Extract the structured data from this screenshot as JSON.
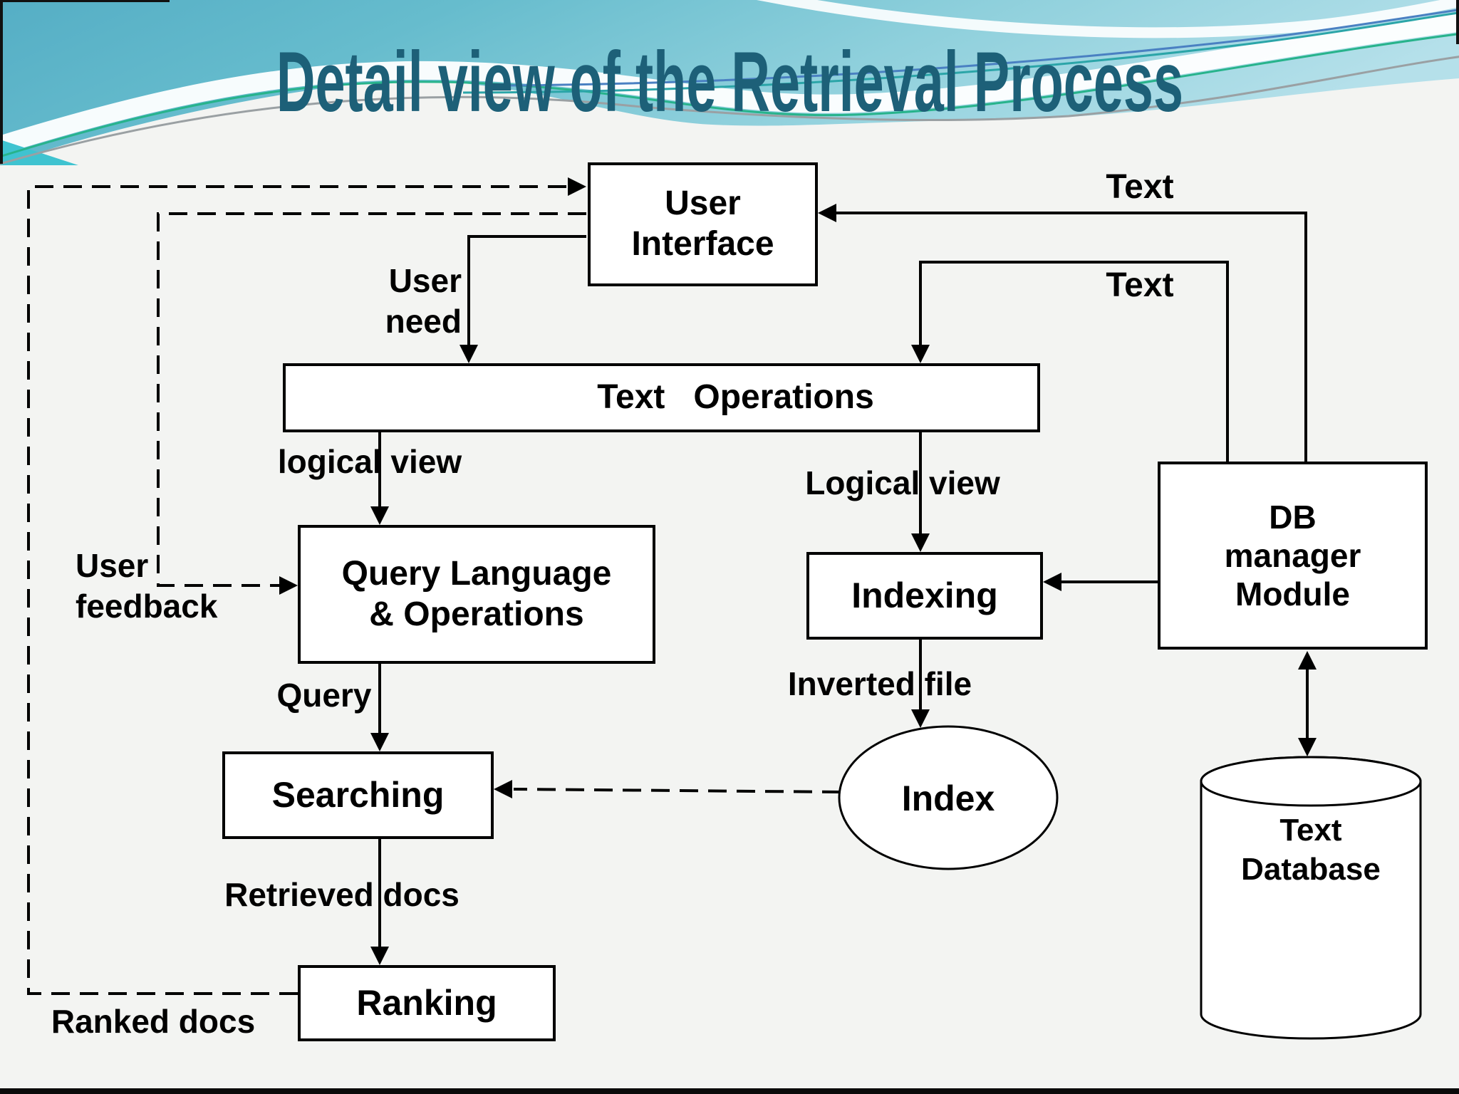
{
  "slide": {
    "title": "Detail view of the Retrieval Process",
    "colors": {
      "title_text": "#1d6078",
      "background": "#f3f4f2",
      "banner_teal_left": "#55aec5",
      "banner_teal_right": "#b5e0ea",
      "banner_band": "#8fd0dc",
      "hairline_green": "#27b38b",
      "hairline_blue": "#4a80c2",
      "hairline_gray": "#9aa0a3",
      "hairline_teal": "#2ba5a8",
      "diagram_line": "#000000",
      "node_fill": "#ffffff"
    }
  },
  "nodes": {
    "user_interface": {
      "label": "User\nInterface"
    },
    "text_operations": {
      "label": "Text   Operations"
    },
    "query_language": {
      "label": "Query Language\n& Operations"
    },
    "indexing": {
      "label": "Indexing"
    },
    "db_manager": {
      "label": "DB\nmanager\nModule"
    },
    "searching": {
      "label": "Searching"
    },
    "ranking": {
      "label": "Ranking"
    },
    "index": {
      "label": "Index"
    },
    "text_database": {
      "label": "Text\nDatabase"
    }
  },
  "edge_labels": {
    "text_to_ui": "Text",
    "text_to_operations": "Text",
    "user_need": "User\nneed",
    "logical_view_query": "logical view",
    "logical_view_indexing": "Logical view",
    "user_feedback": "User\nfeedback",
    "query": "Query",
    "inverted_file": "Inverted file",
    "retrieved_docs": "Retrieved docs",
    "ranked_docs": "Ranked docs"
  }
}
